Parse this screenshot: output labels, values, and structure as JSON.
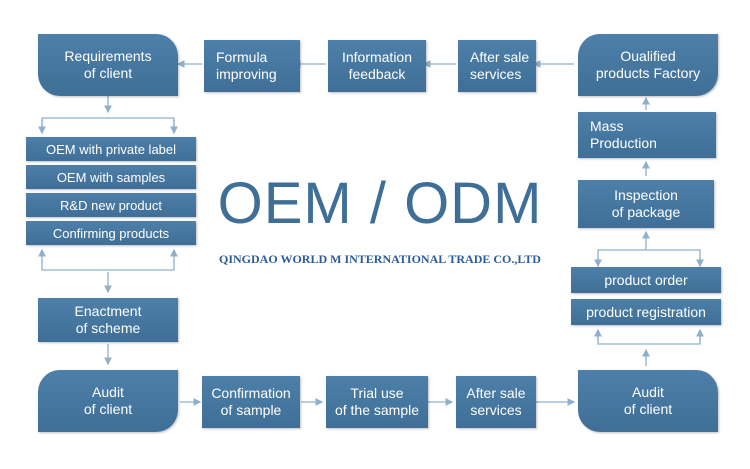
{
  "title": "OEM / ODM",
  "company": "QINGDAO WORLD M INTERNATIONAL TRADE CO.,LTD",
  "colors": {
    "box": "#4677a0",
    "arrow": "#8fb0cc",
    "title": "#3f6f97",
    "company": "#2a5d9a"
  },
  "top_row": {
    "requirements": "Requirements\nof client",
    "formula": "Formula\nimproving",
    "information": "Information\nfeedback",
    "after_sale": "After sale\nservices",
    "qualified": "Oualified\nproducts Factory"
  },
  "left_options": [
    "OEM with private label",
    "OEM with samples",
    "R&D new product",
    "Confirming products"
  ],
  "enactment": "Enactment\nof scheme",
  "right_column": {
    "mass_production": "Mass\nProduction",
    "inspection": "Inspection\nof package",
    "product_order": "product order",
    "product_registration": "product registration"
  },
  "bottom_row": {
    "audit_left": "Audit\nof client",
    "confirmation": "Confirmation\nof sample",
    "trial": "Trial use\nof the sample",
    "after_sale": "After sale\nservices",
    "audit_right": "Audit\nof client"
  }
}
